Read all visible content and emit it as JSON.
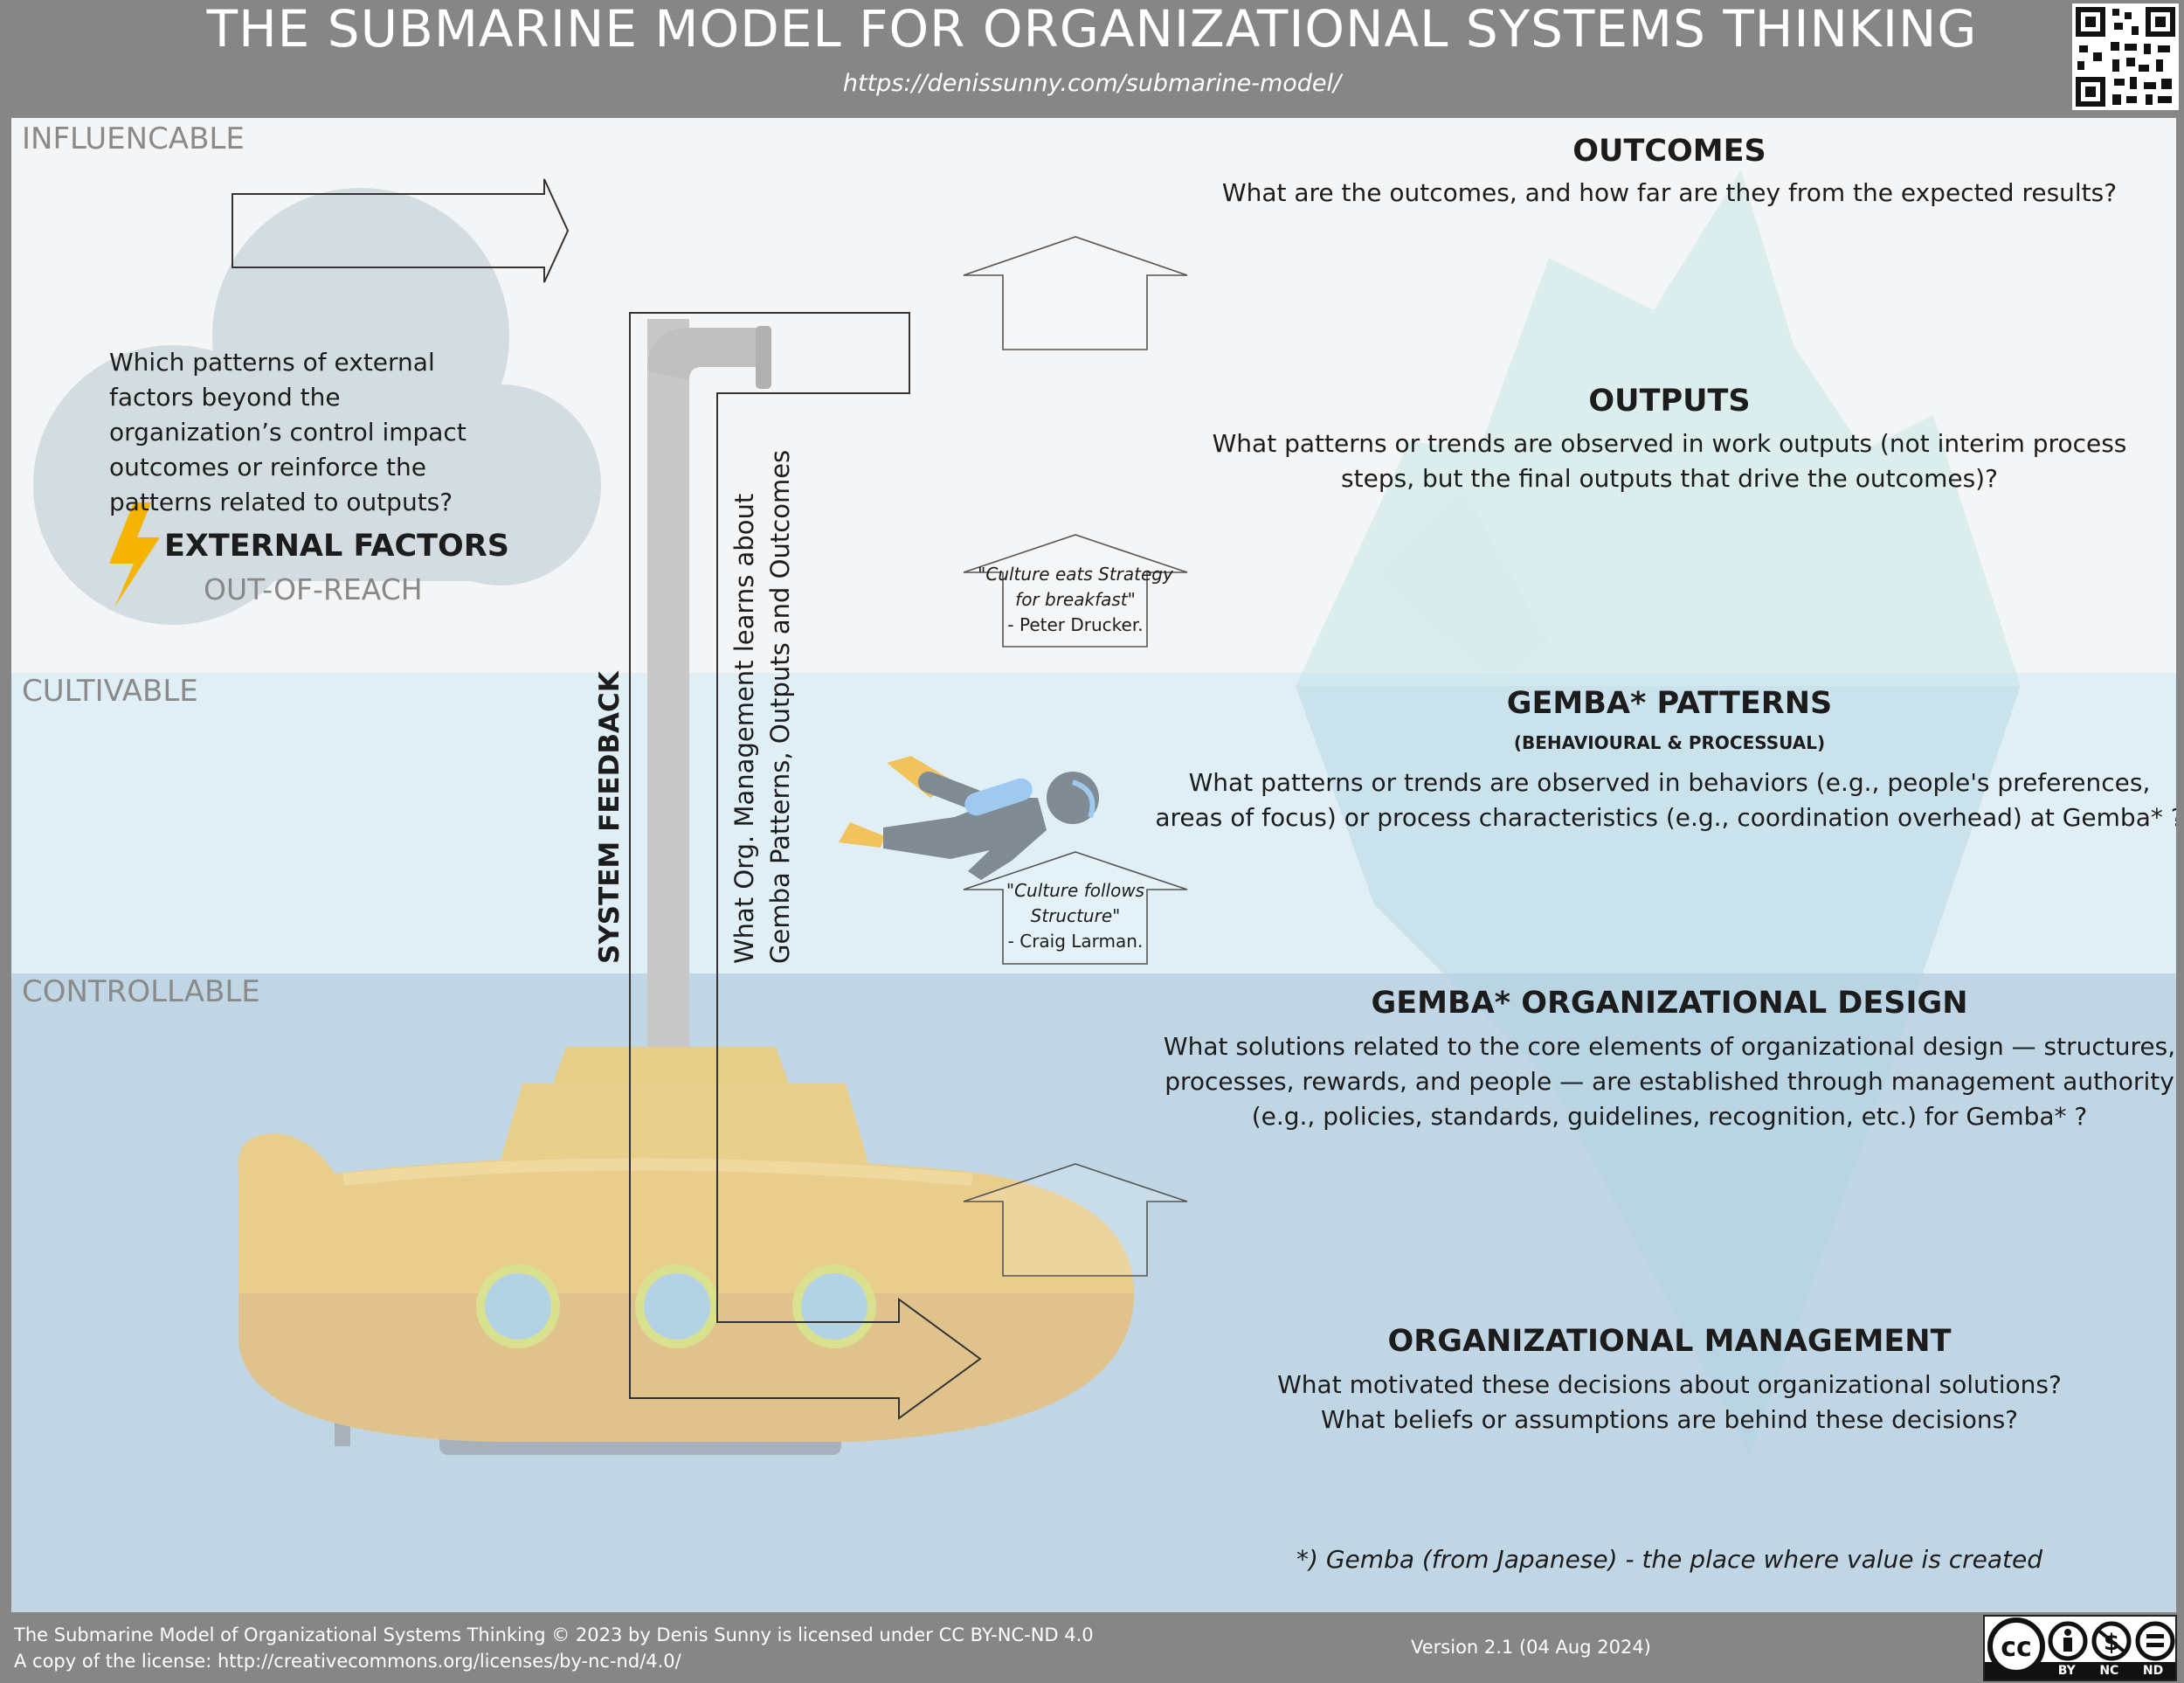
{
  "header": {
    "title": "THE SUBMARINE MODEL FOR ORGANIZATIONAL SYSTEMS THINKING",
    "url": "https://denissunny.com/submarine-model/"
  },
  "zones": {
    "influencable": "INFLUENCABLE",
    "cultivable": "CULTIVABLE",
    "controllable": "CONTROLLABLE"
  },
  "external_factors": {
    "question": "Which patterns of external factors beyond the organization’s control impact outcomes or reinforce the patterns related to outputs?",
    "title": "EXTERNAL FACTORS",
    "subtitle": "OUT-OF-REACH"
  },
  "feedback": {
    "label": "SYSTEM FEEDBACK",
    "line1": "What Org. Management learns about",
    "line2": "Gemba Patterns, Outputs and Outcomes"
  },
  "outcomes": {
    "title": "OUTCOMES",
    "question": "What are the outcomes, and how far are they from the expected results?"
  },
  "outputs": {
    "title": "OUTPUTS",
    "question_line1": "What patterns or trends are observed in work outputs (not interim process",
    "question_line2": "steps, but the final outputs that drive the outcomes)?"
  },
  "quote1": {
    "line1": "\"Culture eats Strategy",
    "line2": "for breakfast\"",
    "author": "- Peter Drucker."
  },
  "gemba_patterns": {
    "title": "GEMBA* PATTERNS",
    "subtitle": "(BEHAVIOURAL & PROCESSUAL)",
    "question_line1": "What patterns or trends are observed in behaviors (e.g., people's preferences,",
    "question_line2": "areas of focus) or process characteristics (e.g., coordination overhead) at Gemba* ?"
  },
  "quote2": {
    "line1": "\"Culture follows",
    "line2": "Structure\"",
    "author": "- Craig Larman."
  },
  "org_design": {
    "title": "GEMBA* ORGANIZATIONAL DESIGN",
    "question_line1": "What solutions related to the core elements of organizational design — structures,",
    "question_line2": "processes, rewards, and people — are established through management authority",
    "question_line3": "(e.g., policies, standards, guidelines, recognition, etc.) for Gemba* ?"
  },
  "org_management": {
    "title": "ORGANIZATIONAL MANAGEMENT",
    "question_line1": "What motivated these decisions about organizational solutions?",
    "question_line2": "What beliefs or assumptions are behind these decisions?"
  },
  "gemba_note": "*) Gemba (from Japanese) - the place where value is created",
  "footer": {
    "license_line1": "The Submarine Model of Organizational Systems Thinking © 2023 by Denis Sunny is licensed under CC BY-NC-ND 4.0",
    "license_line2": "A copy of the license: http://creativecommons.org/licenses/by-nc-nd/4.0/",
    "version": "Version 2.1 (04 Aug 2024)",
    "cc_labels": [
      "BY",
      "NC",
      "ND"
    ]
  },
  "colors": {
    "header_bg": "#868686",
    "influencable": "#f3f5f6",
    "cultivable": "#e0eff5",
    "controllable": "#c0d6e5",
    "submarine": "#e9cf8c",
    "cloud": "#d4dde2",
    "iceberg": "#b5dde0",
    "lightning": "#f5b400"
  },
  "icons": [
    "cloud-icon",
    "lightning-icon",
    "diver-icon",
    "submarine-icon",
    "periscope-icon",
    "iceberg-icon",
    "qr-code-icon",
    "cc-license-icon"
  ]
}
